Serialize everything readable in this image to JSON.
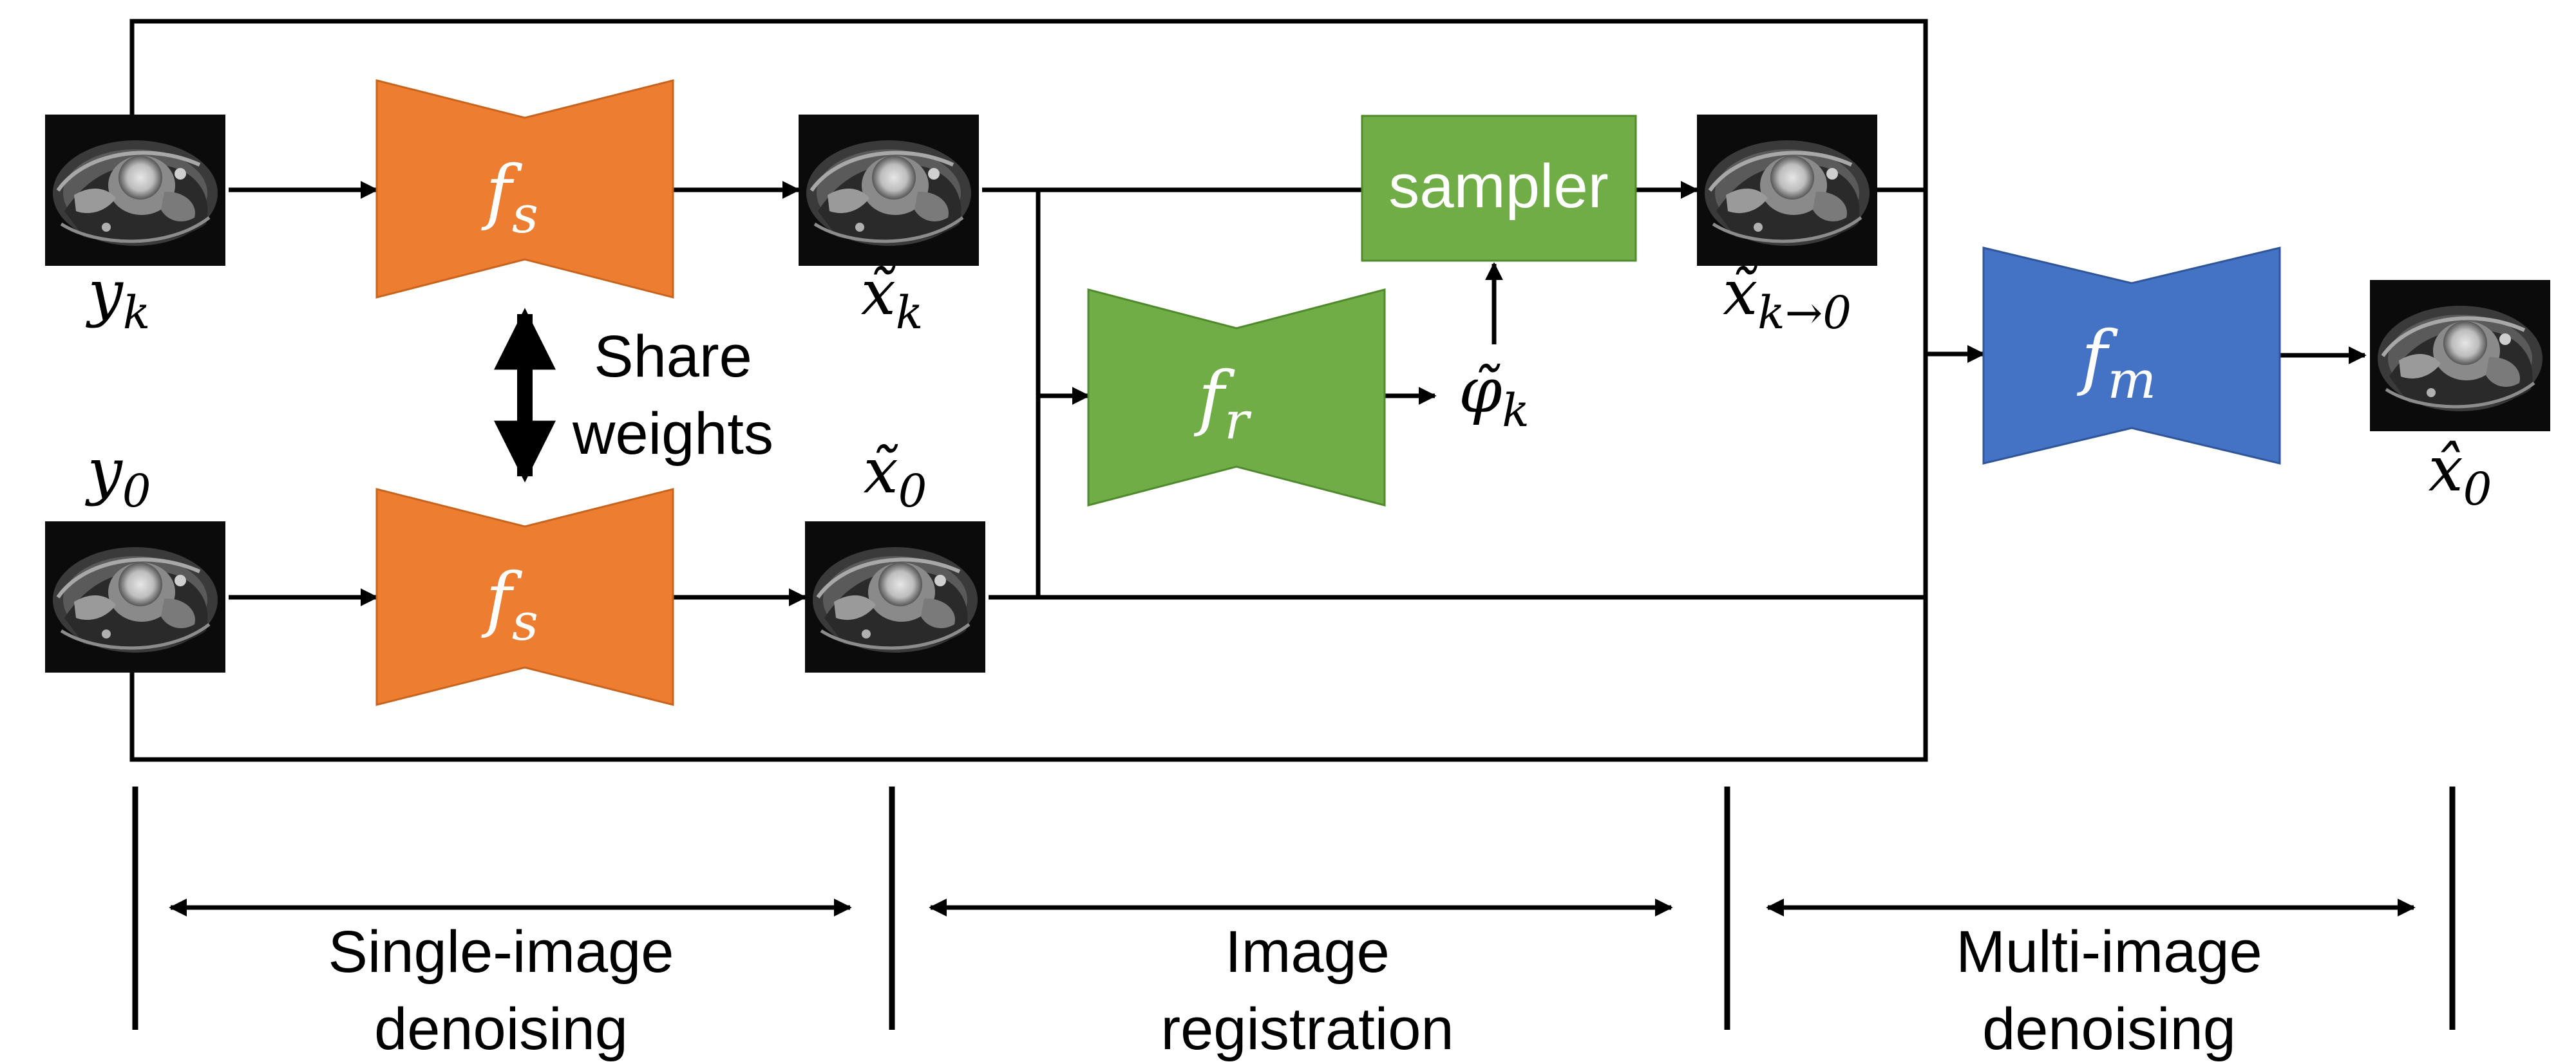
{
  "colors": {
    "single_denoiser": "#ED7D31",
    "registration": "#70AD47",
    "multi_denoiser": "#4472C4",
    "line": "#000000",
    "label_on_block": "#FFFFFF"
  },
  "networks": {
    "fs_top": {
      "name": "f",
      "sub": "s"
    },
    "fs_bottom": {
      "name": "f",
      "sub": "s"
    },
    "fr": {
      "name": "f",
      "sub": "r"
    },
    "fm": {
      "name": "f",
      "sub": "m"
    }
  },
  "sampler": {
    "label": "sampler"
  },
  "share_weights": {
    "line1": "Share",
    "line2": "weights"
  },
  "symbols": {
    "y_k": {
      "base": "y",
      "sub": "k"
    },
    "y_0": {
      "base": "y",
      "sub": "0"
    },
    "x_tilde_k": {
      "base": "x̃",
      "sub": "k"
    },
    "x_tilde_0": {
      "base": "x̃",
      "sub": "0"
    },
    "x_tilde_k_to_0": {
      "base": "x̃",
      "sub": "k→0"
    },
    "phi_tilde_k": {
      "base": "φ̃",
      "sub": "k"
    },
    "x_hat_0": {
      "base": "x̂",
      "sub": "0"
    }
  },
  "stages": [
    {
      "line1": "Single-image",
      "line2": "denoising"
    },
    {
      "line1": "Image",
      "line2": "registration"
    },
    {
      "line1": "Multi-image",
      "line2": "denoising"
    }
  ],
  "thumbnails": [
    "y_k",
    "y_0",
    "x_tilde_k",
    "x_tilde_0",
    "x_tilde_k_to_0",
    "x_hat_0"
  ]
}
